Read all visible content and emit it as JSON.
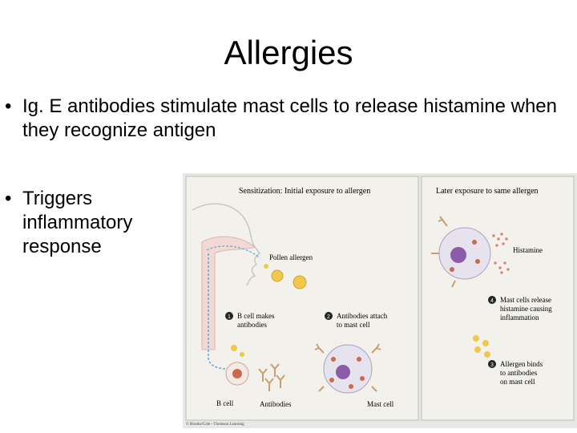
{
  "slide": {
    "title": "Allergies",
    "bullets": [
      "Ig. E antibodies stimulate mast cells to release histamine when they recognize antigen",
      "Triggers inflammatory response"
    ],
    "bullet_symbol": "•"
  },
  "figure": {
    "left_panel": {
      "heading": "Sensitization: Initial exposure to allergen",
      "labels": {
        "pollen": "Pollen allergen",
        "step1_line1": "B cell makes",
        "step1_line2": "antibodies",
        "step2_line1": "Antibodies attach",
        "step2_line2": "to mast cell",
        "b_cell": "B cell",
        "antibodies": "Antibodies",
        "mast_cell": "Mast cell"
      },
      "step_numbers": [
        "1",
        "2"
      ]
    },
    "right_panel": {
      "heading": "Later exposure to same allergen",
      "labels": {
        "histamine": "Histamine",
        "step4_line1": "Mast cells release",
        "step4_line2": "histamine causing",
        "step4_line3": "inflammation",
        "step3_line1": "Allergen binds",
        "step3_line2": "to antibodies",
        "step3_line3": "on mast cell"
      },
      "step_numbers": [
        "4",
        "3"
      ]
    },
    "credit": "© Brooks/Cole - Thomson Learning",
    "colors": {
      "panel_bg": "#f2f1ec",
      "background": "#e6e8e4",
      "pollen": "#f0c84a",
      "antibody": "#c8a070",
      "cell_purple": "#8c5ca8",
      "granule": "#c86a50",
      "airway_blue": "#5aa8d8"
    }
  }
}
